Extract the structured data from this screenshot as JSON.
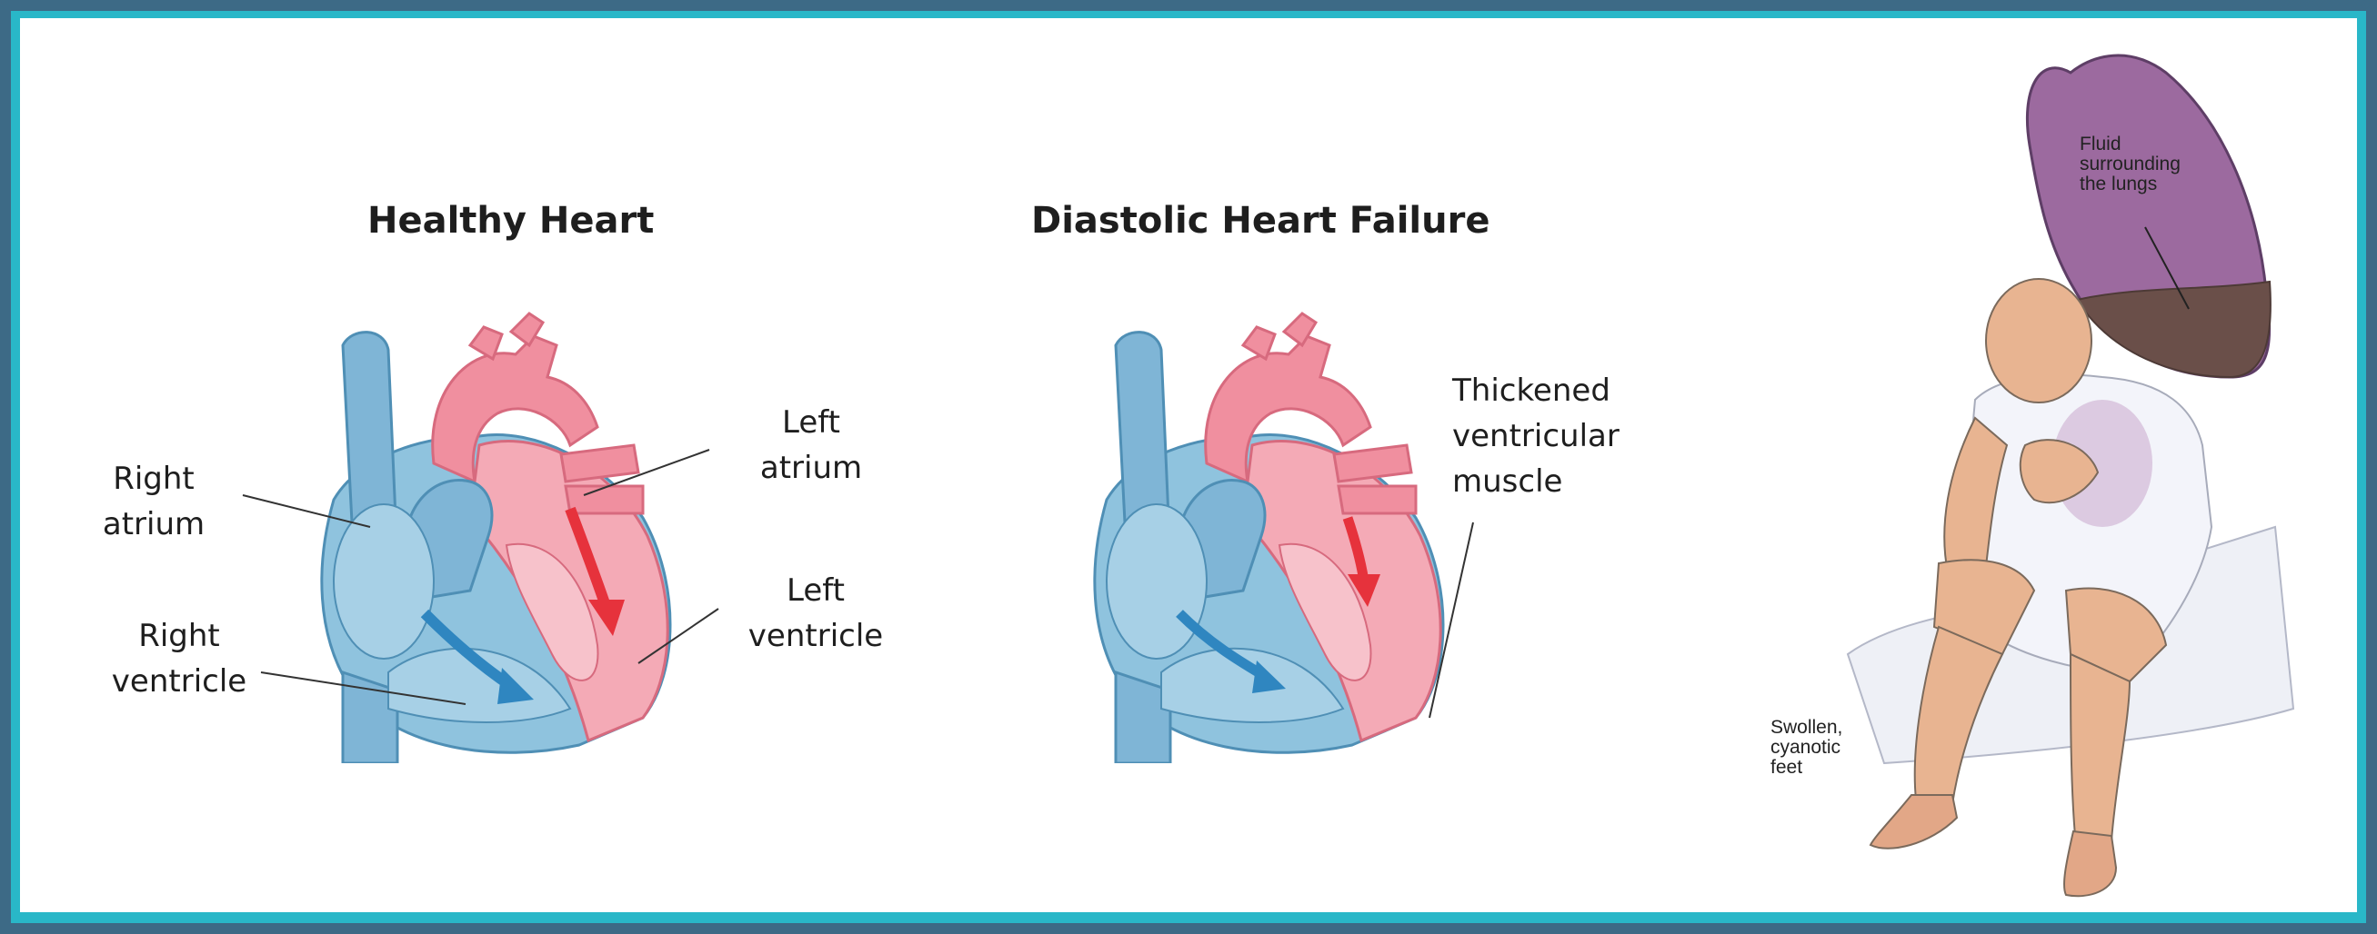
{
  "left_panel": {
    "title": "Healthy Heart",
    "labels": {
      "right_atrium": "Right\natrium",
      "right_ventricle": "Right\nventricle",
      "left_atrium": "Left\natrium",
      "left_ventricle": "Left\nventricle"
    }
  },
  "middle_panel": {
    "title": "Diastolic Heart Failure",
    "labels": {
      "thickened_muscle": "Thickened\nventricular\nmuscle"
    }
  },
  "right_panel": {
    "labels": {
      "fluid": "Fluid\nsurrounding\nthe lungs",
      "feet": "Swollen,\ncyanotic\nfeet"
    }
  },
  "colors": {
    "background": "#3d6a86",
    "border": "#29b7c8",
    "blue_side": "#8fc3de",
    "red_side": "#f2a3b0",
    "blue_arrow": "#2f86c0",
    "red_arrow": "#e6323c"
  }
}
